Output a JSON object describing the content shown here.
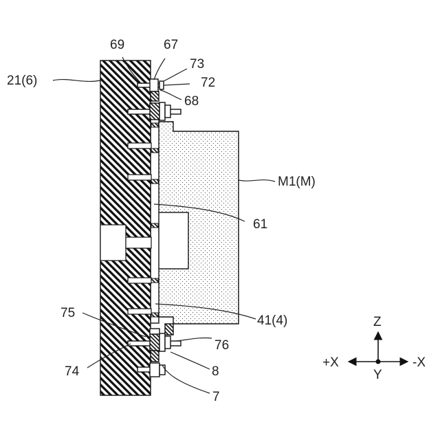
{
  "labels": {
    "base": "21(6)",
    "part_69": "69",
    "part_67": "67",
    "part_73": "73",
    "part_72": "72",
    "part_68": "68",
    "module": "M1(M)",
    "part_61": "61",
    "cooler": "41(4)",
    "part_75": "75",
    "part_76": "76",
    "part_74": "74",
    "part_8": "8",
    "part_7": "7"
  },
  "axes": {
    "z": "Z",
    "plus_x": "+X",
    "minus_x": "-X",
    "y": "Y"
  }
}
